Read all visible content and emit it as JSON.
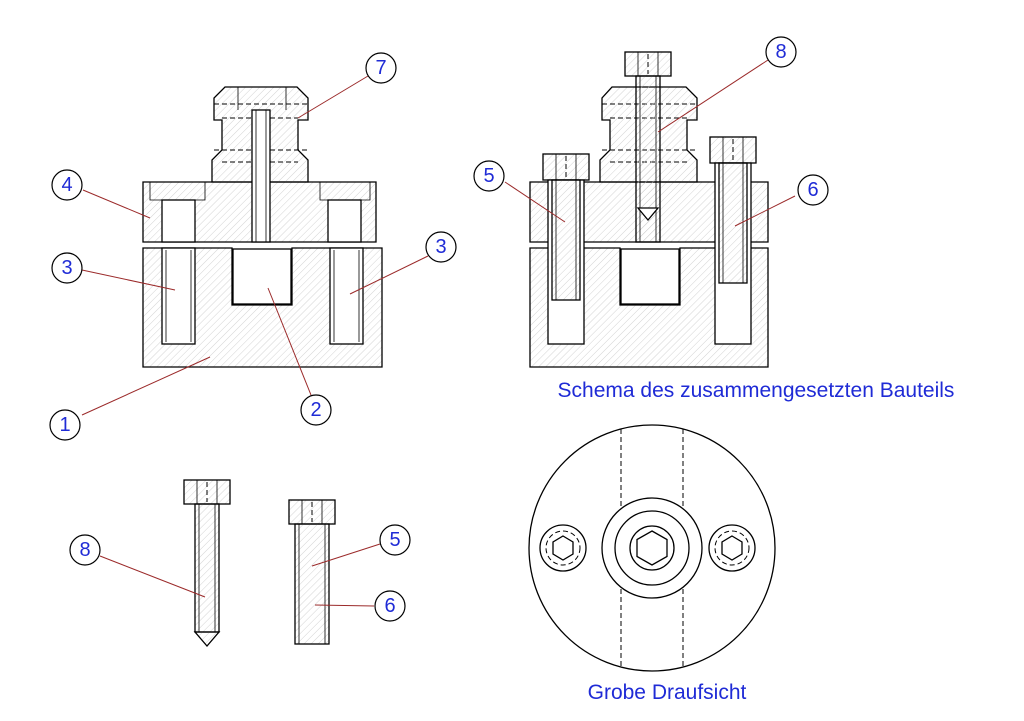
{
  "captions": {
    "assembly": "Schema des zusammengesetzten Bauteils",
    "topview": "Grobe Draufsicht"
  },
  "labels": {
    "l1": "1",
    "l2": "2",
    "l3a": "3",
    "l3b": "3",
    "l4": "4",
    "l7": "7",
    "r5": "5",
    "r6": "6",
    "r8": "8",
    "b8": "8",
    "b5": "5",
    "b6": "6"
  },
  "colors": {
    "label": "#1f2bd6",
    "leader": "#9b2a2a",
    "line": "#000000"
  }
}
